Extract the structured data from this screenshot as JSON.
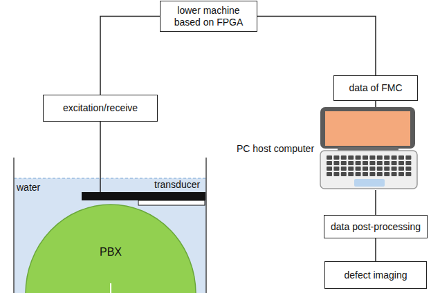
{
  "diagram": {
    "nodes": [
      {
        "text": [
          "lower machine based on FPGA"
        ]
      },
      {
        "text": [
          "excitation/receive"
        ]
      },
      {
        "text": [
          "data of FMC"
        ]
      },
      {
        "text": [
          "PC host computer"
        ]
      },
      {
        "text": [
          "transducer"
        ]
      },
      {
        "text": [
          "PBX"
        ]
      },
      {
        "text": [
          "data post-processing"
        ]
      },
      {
        "text": [
          "defect imaging"
        ]
      }
    ],
    "edges": [
      {
        "from": 0,
        "to": 1,
        "arrow": "none"
      },
      {
        "from": 0,
        "to": 2,
        "arrow": "none"
      },
      {
        "from": 1,
        "to": 4,
        "arrow": "none"
      },
      {
        "from": 2,
        "to": 3,
        "arrow": "none"
      },
      {
        "from": 3,
        "to": 6,
        "arrow": "none"
      },
      {
        "from": 6,
        "to": 7,
        "arrow": "none"
      }
    ],
    "labels": [
      "water"
    ]
  }
}
